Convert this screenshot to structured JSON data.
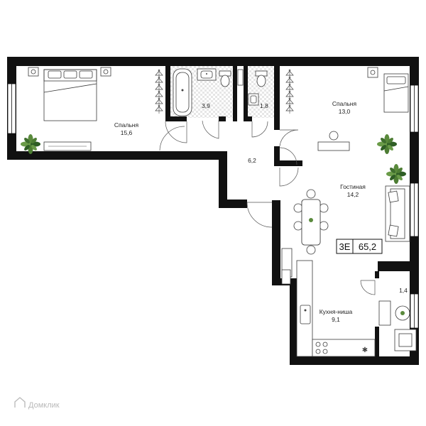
{
  "rooms": [
    {
      "id": "bedroom1",
      "name": "Спальня",
      "area": "15,6"
    },
    {
      "id": "bath",
      "name": "",
      "area": "3,9"
    },
    {
      "id": "wc",
      "name": "",
      "area": "1,8"
    },
    {
      "id": "bedroom2",
      "name": "Спальня",
      "area": "13,0"
    },
    {
      "id": "hall",
      "name": "",
      "area": "6,2"
    },
    {
      "id": "living",
      "name": "Гостиная",
      "area": "14,2"
    },
    {
      "id": "balcony",
      "name": "",
      "area": "1,4"
    },
    {
      "id": "kitchen",
      "name": "Кухня-ниша",
      "area": "9,1"
    }
  ],
  "badge": {
    "type": "3Е",
    "total_area": "65,2"
  },
  "watermark": {
    "text": "Домклик"
  },
  "colors": {
    "wall": "#111111",
    "plant": "#5a8a3c",
    "plant_dark": "#2f5e25",
    "floor_tile": "#e2e2e2"
  },
  "icons": [
    "plant-icon",
    "bed-icon",
    "bathtub-icon",
    "toilet-icon",
    "sink-icon",
    "sofa-icon",
    "dining-table-icon",
    "stove-icon",
    "watermark-logo-icon"
  ]
}
